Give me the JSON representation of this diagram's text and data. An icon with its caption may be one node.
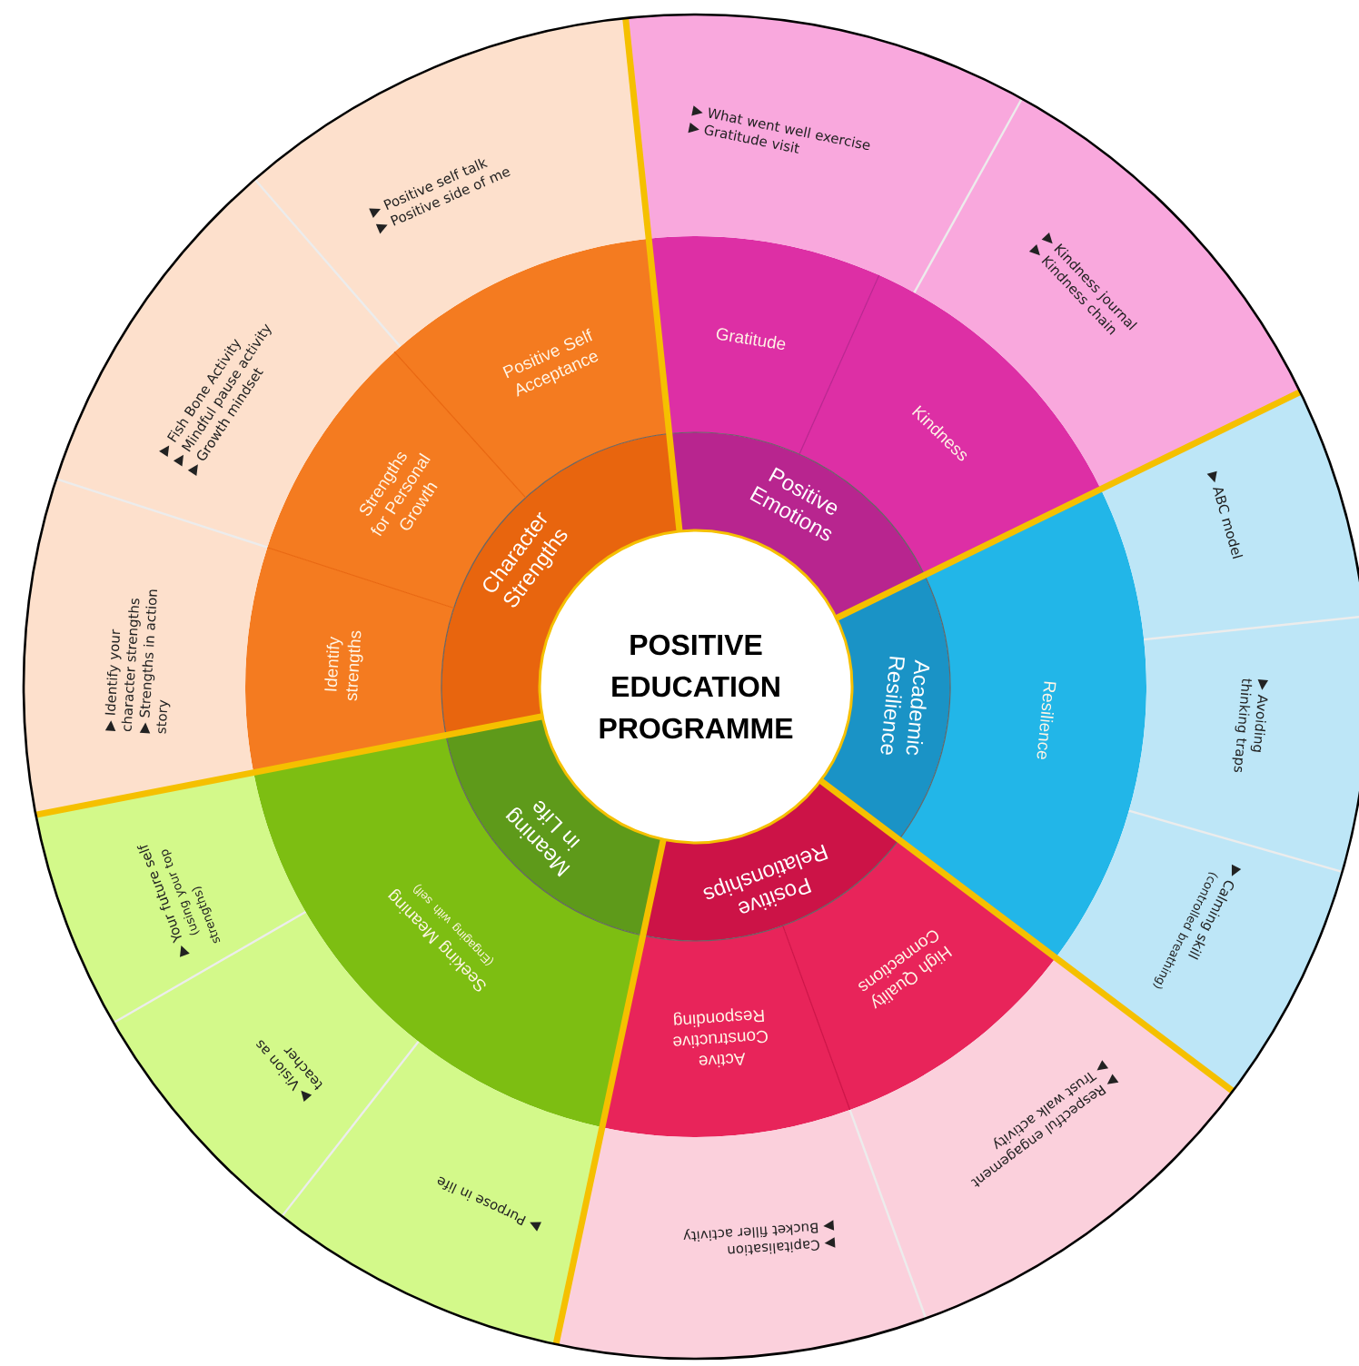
{
  "diagram": {
    "nodes": [
      {
        "text": [
          "POSITIVE EDUCATION PROGRAMME"
        ]
      },
      {
        "text": [
          "Character Strengths"
        ]
      },
      {
        "text": [
          "Positive Emotions"
        ]
      },
      {
        "text": [
          "Academic Resilience"
        ]
      },
      {
        "text": [
          "Positive Relationships"
        ]
      },
      {
        "text": [
          "Meaning in Life"
        ]
      },
      {
        "text": [
          "Positive Self Acceptance"
        ]
      },
      {
        "text": [
          "Strengths for Personal Growth"
        ]
      },
      {
        "text": [
          "Identify strengths"
        ]
      },
      {
        "text": [
          "Gratitude"
        ]
      },
      {
        "text": [
          "Kindness"
        ]
      },
      {
        "text": [
          "Resilience"
        ]
      },
      {
        "text": [
          "High Quality Connections"
        ]
      },
      {
        "text": [
          "Active Constructive Responding"
        ]
      },
      {
        "text": [
          "Seeking Meaning",
          "(Engaging with self)"
        ]
      },
      {
        "text": [
          "▶ Positive self talk",
          "▶ Positive side of me"
        ]
      },
      {
        "text": [
          "▶ Fish Bone Activity",
          "▶ Mindful pause activity",
          "▶ Growth mindset"
        ]
      },
      {
        "text": [
          "▶ Identify your character strengths",
          "▶ Strengths in action story"
        ]
      },
      {
        "text": [
          "▶ What went well exercise",
          "▶ Gratitude visit"
        ]
      },
      {
        "text": [
          "▶ Kindness journal",
          "▶ Kindness chain"
        ]
      },
      {
        "text": [
          "▶ ABC model"
        ]
      },
      {
        "text": [
          "▶ Avoiding thinking traps"
        ]
      },
      {
        "text": [
          "▶ Calming skill",
          "(controlled breathing)"
        ]
      },
      {
        "text": [
          "▶ Respectful engagement",
          "▶ Trust walk activity"
        ]
      },
      {
        "text": [
          "▶ Capitalisation",
          "▶ Bucket filler activity"
        ]
      },
      {
        "text": [
          "▶ Your future self",
          "(using your top strengths)"
        ]
      },
      {
        "text": [
          "▶ Vision as teacher"
        ]
      },
      {
        "text": [
          "▶ Purpose in life"
        ]
      }
    ]
  }
}
